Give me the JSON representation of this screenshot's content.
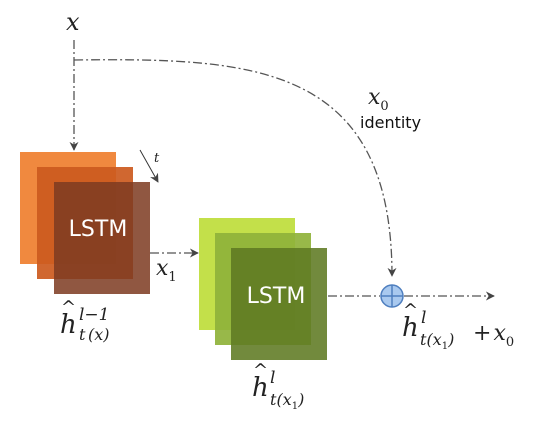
{
  "diagram": {
    "input_label": "x",
    "skip_label_symbol": "x",
    "skip_label_sub": "0",
    "skip_label_text": "identity",
    "time_label": "t",
    "lstm1_label": "LSTM",
    "lstm2_label": "LSTM",
    "mid_label_symbol": "x",
    "mid_label_sub": "1",
    "out1": {
      "h": "h",
      "sup": "l−1",
      "sub": "t",
      "arg": "(x)"
    },
    "out2": {
      "h": "h",
      "sup": "l",
      "sub": "t",
      "arg": "(x",
      "arg_sub": "1",
      "arg_close": ")"
    },
    "result": {
      "h": "h",
      "sup": "l",
      "sub": "t",
      "arg": "(x",
      "arg_sub": "1",
      "arg_close": ")",
      "plus": "+",
      "x": "x",
      "x_sub": "0"
    },
    "colors": {
      "lstm1_back": "#f0893f",
      "lstm1_mid": "#cc5a1e",
      "lstm1_front": "#7e3b22",
      "lstm2_back": "#c3e04a",
      "lstm2_mid": "#8fb23a",
      "lstm2_front": "#5e7a22",
      "sum_node_fill": "#a9c9ef",
      "sum_node_stroke": "#4f7fbf"
    }
  }
}
